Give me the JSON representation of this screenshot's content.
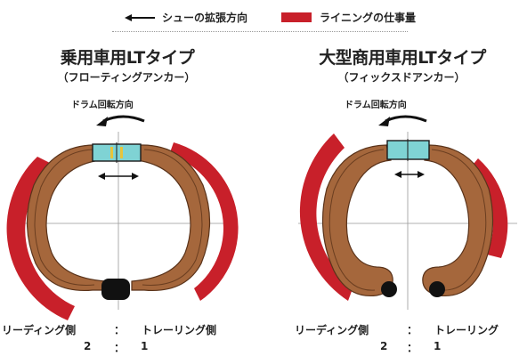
{
  "legend": {
    "direction_label": "シューの拡張方向",
    "lining_label": "ライニングの仕事量"
  },
  "panels": [
    {
      "title": "乗用車用LTタイプ",
      "subtitle": "（フローティングアンカー）",
      "rotation_label": "ドラム回転方向",
      "leading_label": "リーディング側",
      "separator": "：",
      "trailing_label": "トレーリング側",
      "ratio_leading": "2",
      "ratio_trailing": "1"
    },
    {
      "title": "大型商用車用LTタイプ",
      "subtitle": "（フィックスドアンカー）",
      "rotation_label": "ドラム回転方向",
      "leading_label": "リーディング側",
      "separator": "：",
      "trailing_label": "トレーリング",
      "ratio_leading": "2",
      "ratio_trailing": "1"
    }
  ],
  "colors": {
    "lining": "#c8202a",
    "shoe": "#a5673c",
    "cylinder": "#7fd3d4",
    "anchor": "#111111"
  }
}
